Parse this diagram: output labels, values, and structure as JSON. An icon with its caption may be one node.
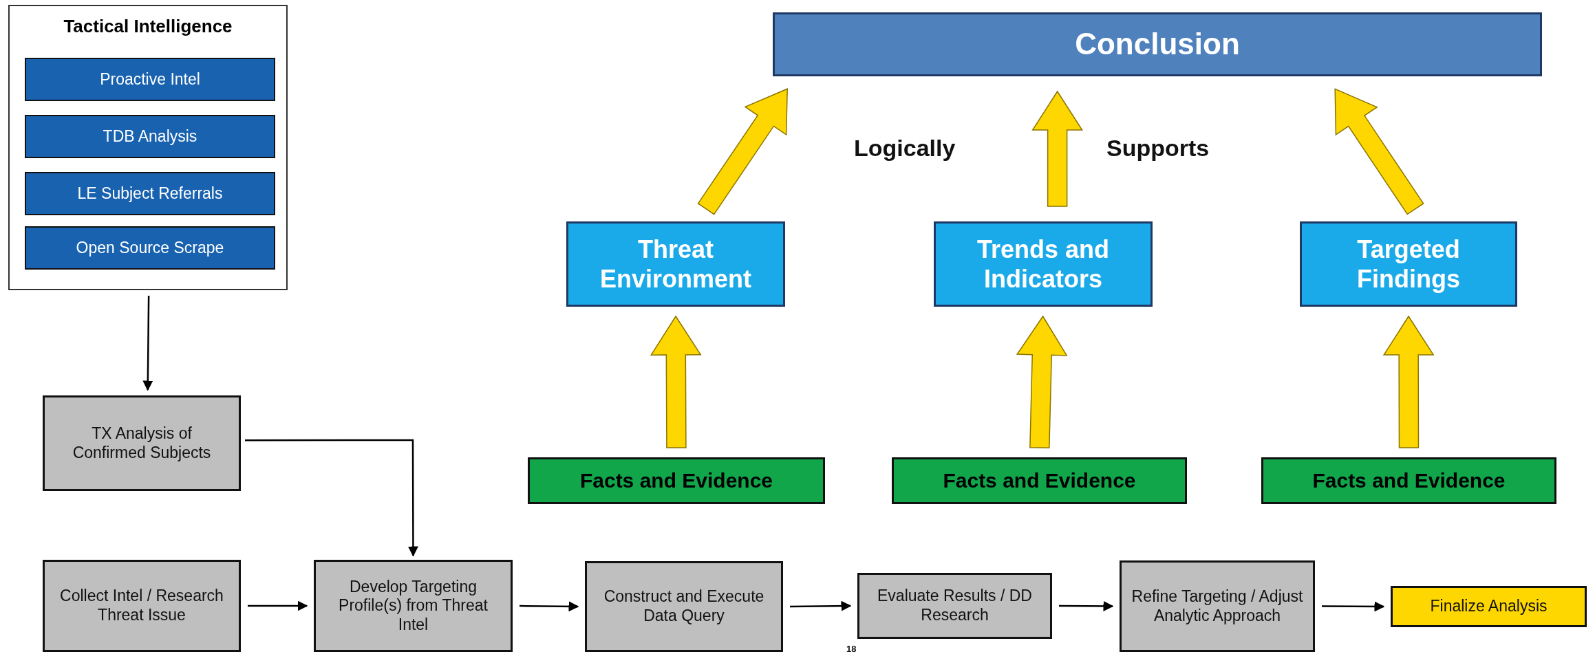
{
  "diagram": {
    "nodes": [
      {
        "text": [
          "Tactical Intelligence"
        ]
      },
      {
        "text": [
          "Proactive Intel"
        ],
        "in": 0
      },
      {
        "text": [
          "TDB Analysis"
        ],
        "in": 0
      },
      {
        "text": [
          "LE Subject Referrals"
        ],
        "in": 0
      },
      {
        "text": [
          "Open Source Scrape"
        ],
        "in": 0
      },
      {
        "text": [
          "Conclusion"
        ]
      },
      {
        "text": [
          "Threat Environment"
        ]
      },
      {
        "text": [
          "Trends and Indicators"
        ]
      },
      {
        "text": [
          "Targeted Findings"
        ]
      },
      {
        "text": [
          "TX Analysis of Confirmed Subjects"
        ]
      },
      {
        "text": [
          "Facts and Evidence"
        ]
      },
      {
        "text": [
          "Facts and Evidence"
        ]
      },
      {
        "text": [
          "Facts and Evidence"
        ]
      },
      {
        "text": [
          "Collect Intel / Research Threat Issue"
        ]
      },
      {
        "text": [
          "Develop Targeting Profile(s) from Threat Intel"
        ]
      },
      {
        "text": [
          "Construct and Execute Data Query"
        ]
      },
      {
        "text": [
          "Evaluate Results / DD Research"
        ]
      },
      {
        "text": [
          "Refine Targeting / Adjust Analytic Approach"
        ]
      },
      {
        "text": [
          "Finalize Analysis"
        ]
      }
    ],
    "edges": [
      {
        "from": 0,
        "to": 9,
        "arrow": "to"
      },
      {
        "from": 9,
        "to": 14,
        "arrow": "to"
      },
      {
        "from": 13,
        "to": 14,
        "arrow": "to"
      },
      {
        "from": 14,
        "to": 15,
        "arrow": "to"
      },
      {
        "from": 15,
        "to": 16,
        "arrow": "to"
      },
      {
        "from": 16,
        "to": 17,
        "arrow": "to"
      },
      {
        "from": 17,
        "to": 18,
        "arrow": "to"
      },
      {
        "from": 10,
        "to": 6,
        "arrow": "to",
        "style": "thick",
        "color": "#ffd700"
      },
      {
        "from": 11,
        "to": 7,
        "arrow": "to",
        "style": "thick",
        "color": "#ffd700"
      },
      {
        "from": 12,
        "to": 8,
        "arrow": "to",
        "style": "thick",
        "color": "#ffd700"
      },
      {
        "from": 6,
        "to": 5,
        "arrow": "to",
        "style": "thick",
        "color": "#ffd700"
      },
      {
        "from": 7,
        "to": 5,
        "arrow": "to",
        "style": "thick",
        "color": "#ffd700"
      },
      {
        "from": 8,
        "to": 5,
        "arrow": "to",
        "style": "thick",
        "color": "#ffd700"
      }
    ],
    "labels": [
      "Logically",
      "Supports",
      "18"
    ]
  }
}
